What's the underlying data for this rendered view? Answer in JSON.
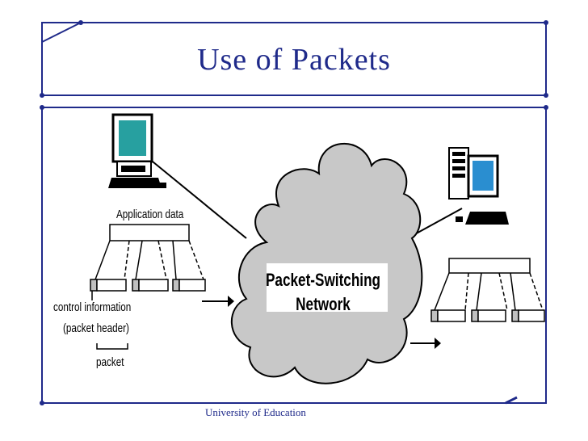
{
  "slide": {
    "title": "Use of Packets",
    "footer": "University of Education"
  },
  "diagram": {
    "application_data_label": "Application data",
    "control_info_label": "control information",
    "packet_header_label": "(packet header)",
    "packet_label": "packet",
    "network_line1": "Packet-Switching",
    "network_line2": "Network"
  },
  "colors": {
    "title": "#1f2a8a",
    "frame": "#1f2a8a",
    "cloud": "#c8c8c8",
    "screen": "#27a0a0",
    "screen_right": "#2a8ed0"
  }
}
